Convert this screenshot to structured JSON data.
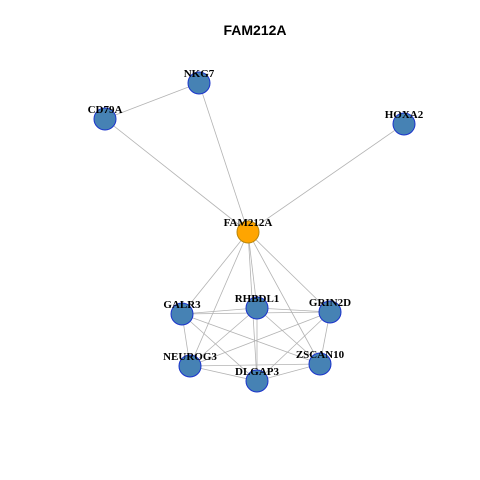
{
  "title": "FAM212A",
  "colors": {
    "center_node_fill": "#FFA500",
    "center_node_stroke": "#B8860B",
    "node_fill": "#4682B4",
    "node_stroke": "#1A33CC",
    "edge": "#B3B3B3"
  },
  "graph": {
    "nodes": [
      {
        "id": "FAM212A",
        "label": "FAM212A",
        "center": true
      },
      {
        "id": "NKG7",
        "label": "NKG7"
      },
      {
        "id": "CD79A",
        "label": "CD79A"
      },
      {
        "id": "HOXA2",
        "label": "HOXA2"
      },
      {
        "id": "GALR3",
        "label": "GALR3"
      },
      {
        "id": "RHBDL1",
        "label": "RHBDL1"
      },
      {
        "id": "GRIN2D",
        "label": "GRIN2D"
      },
      {
        "id": "NEUROG3",
        "label": "NEUROG3"
      },
      {
        "id": "ZSCAN10",
        "label": "ZSCAN10"
      },
      {
        "id": "DLGAP3",
        "label": "DLGAP3"
      }
    ],
    "edges": [
      [
        "CD79A",
        "NKG7"
      ],
      [
        "NKG7",
        "FAM212A"
      ],
      [
        "CD79A",
        "FAM212A"
      ],
      [
        "HOXA2",
        "FAM212A"
      ],
      [
        "FAM212A",
        "GALR3"
      ],
      [
        "FAM212A",
        "RHBDL1"
      ],
      [
        "FAM212A",
        "GRIN2D"
      ],
      [
        "FAM212A",
        "NEUROG3"
      ],
      [
        "FAM212A",
        "ZSCAN10"
      ],
      [
        "FAM212A",
        "DLGAP3"
      ],
      [
        "GALR3",
        "RHBDL1"
      ],
      [
        "GALR3",
        "GRIN2D"
      ],
      [
        "GALR3",
        "NEUROG3"
      ],
      [
        "GALR3",
        "ZSCAN10"
      ],
      [
        "GALR3",
        "DLGAP3"
      ],
      [
        "RHBDL1",
        "GRIN2D"
      ],
      [
        "RHBDL1",
        "NEUROG3"
      ],
      [
        "RHBDL1",
        "ZSCAN10"
      ],
      [
        "RHBDL1",
        "DLGAP3"
      ],
      [
        "GRIN2D",
        "NEUROG3"
      ],
      [
        "GRIN2D",
        "ZSCAN10"
      ],
      [
        "GRIN2D",
        "DLGAP3"
      ],
      [
        "NEUROG3",
        "ZSCAN10"
      ],
      [
        "NEUROG3",
        "DLGAP3"
      ],
      [
        "ZSCAN10",
        "DLGAP3"
      ]
    ]
  }
}
